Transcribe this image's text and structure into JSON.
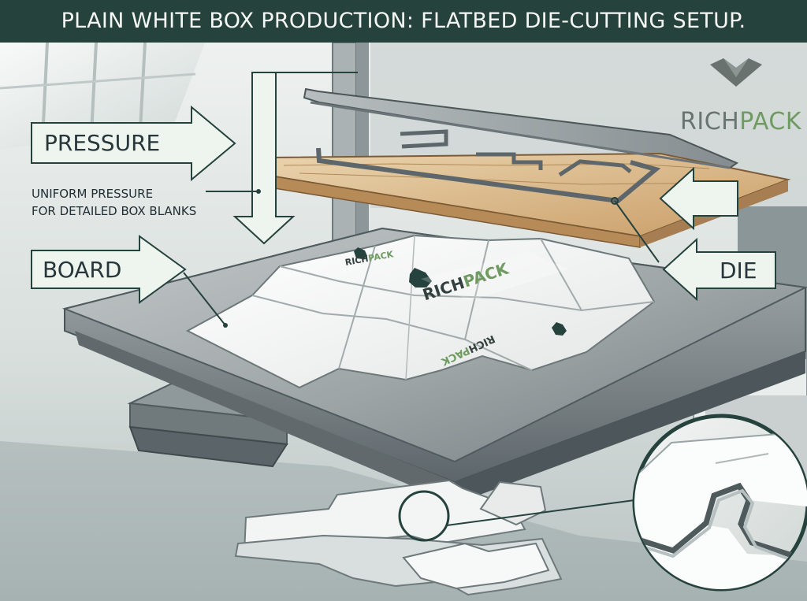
{
  "title": "PLAIN WHITE BOX PRODUCTION: FLATBED DIE-CUTTING SETUP.",
  "labels": {
    "pressure": "PRESSURE",
    "pressure_note_line1": "UNIFORM PRESSURE",
    "pressure_note_line2": "FOR DETAILED BOX BLANKS",
    "board": "BOARD",
    "die": "DIE"
  },
  "brand": {
    "part_a": "RICH",
    "part_b": "PACK"
  },
  "colors": {
    "title_bar": "#26423d",
    "title_text": "#f4f7f4",
    "arrow_fill": "#eef5ee",
    "arrow_stroke": "#26423d",
    "brand_gray": "#68746f",
    "brand_green": "#6f9b62",
    "die_wood": "#d8bd91",
    "steel": "#9aa3a5"
  },
  "icons": {
    "brand_logo": "richpack-heart-diamond-icon",
    "pressure_arrow": "right-arrow-icon",
    "die_arrow": "left-arrow-icon",
    "press_arrow": "down-arrow-icon",
    "magnifier": "detail-zoom-icon"
  }
}
